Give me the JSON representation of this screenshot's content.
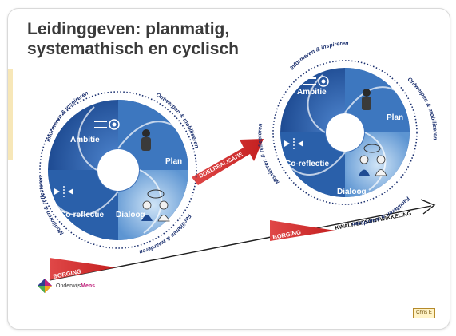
{
  "title": {
    "line1": "Leidinggeven: planmatig,",
    "line2": "systemathisch en cyclisch"
  },
  "cycle": {
    "segments": {
      "ambitie": "Ambitie",
      "plan": "Plan",
      "dialoog": "Dialoog",
      "coreflectie": "Co-reflectie"
    },
    "ring_labels": {
      "informeren": "Informeren & inspireren",
      "ontwerpen": "Ontwerpen & mobiliseren",
      "faciliteren": "Faciliteren & waarderen",
      "monitoren": "Monitoren & reflecteren"
    }
  },
  "arrows": {
    "doelrealisatie": "DOELREALISATIE",
    "borging_1": "BORGING",
    "borging_2": "BORGING",
    "kwaliteit": "KWALITEITSONTWIKKELING"
  },
  "logo": {
    "prefix": "Onderwijs",
    "suffix": "Mens"
  },
  "badge": "Chris E",
  "colors": {
    "ring_dark": "#1f4b93",
    "segment_mid": "#3d77bf",
    "segment_light": "#6da3d8",
    "red_arrow": "#d52b2b",
    "text_dark": "#3a3a3a"
  }
}
